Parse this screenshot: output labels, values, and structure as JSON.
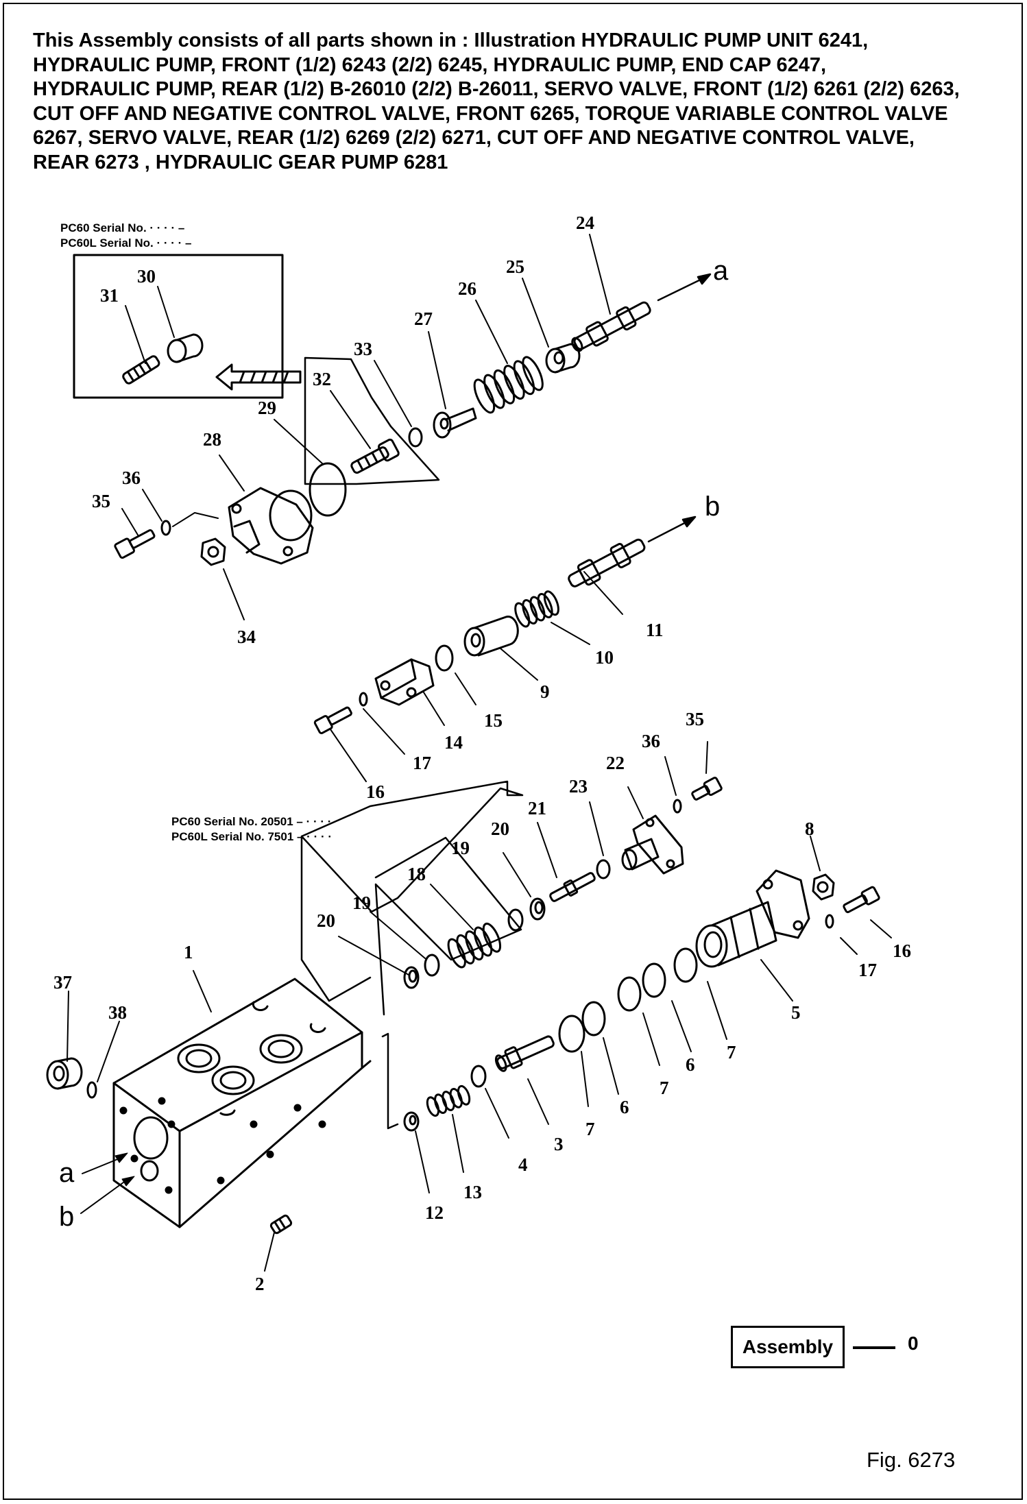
{
  "header": {
    "lines": [
      "This Assembly consists of all parts shown in : Illustration HYDRAULIC PUMP UNIT 6241,",
      "HYDRAULIC PUMP, FRONT (1/2) 6243  (2/2) 6245, HYDRAULIC PUMP, END CAP 6247,",
      "HYDRAULIC PUMP, REAR (1/2) B-26010 (2/2) B-26011, SERVO VALVE, FRONT (1/2) 6261 (2/2) 6263,",
      "CUT OFF AND NEGATIVE CONTROL VALVE, FRONT 6265, TORQUE VARIABLE CONTROL VALVE",
      "6267, SERVO VALVE, REAR (1/2) 6269 (2/2) 6271, CUT OFF AND  NEGATIVE CONTROL VALVE,",
      "REAR 6273 , HYDRAULIC GEAR PUMP 6281"
    ]
  },
  "serial_notes": {
    "top_1": "PC60   Serial No. · · · · –",
    "top_2": "PC60L  Serial No. · · · · –",
    "mid_1": "PC60   Serial No. 20501 – · · · ·",
    "mid_2": "PC60L  Serial No. 7501 – · · · ·"
  },
  "callouts": {
    "c1": "1",
    "c2": "2",
    "c3": "3",
    "c4": "4",
    "c5": "5",
    "c6a": "6",
    "c6b": "6",
    "c7a": "7",
    "c7b": "7",
    "c7c": "7",
    "c8": "8",
    "c9": "9",
    "c10": "10",
    "c11": "11",
    "c12": "12",
    "c13": "13",
    "c14": "14",
    "c15": "15",
    "c16a": "16",
    "c16b": "16",
    "c17a": "17",
    "c17b": "17",
    "c18": "18",
    "c19a": "19",
    "c19b": "19",
    "c20a": "20",
    "c20b": "20",
    "c21": "21",
    "c22": "22",
    "c23": "23",
    "c24": "24",
    "c25": "25",
    "c26": "26",
    "c27": "27",
    "c28": "28",
    "c29": "29",
    "c30": "30",
    "c31": "31",
    "c32": "32",
    "c33": "33",
    "c34": "34",
    "c35a": "35",
    "c35b": "35",
    "c36a": "36",
    "c36b": "36",
    "c37": "37",
    "c38": "38"
  },
  "port_letters": {
    "a_top": "a",
    "b_top": "b",
    "a_body": "a",
    "b_body": "b"
  },
  "legend": {
    "label": "Assembly",
    "value": "0"
  },
  "figure": {
    "label": "Fig. 6273"
  }
}
